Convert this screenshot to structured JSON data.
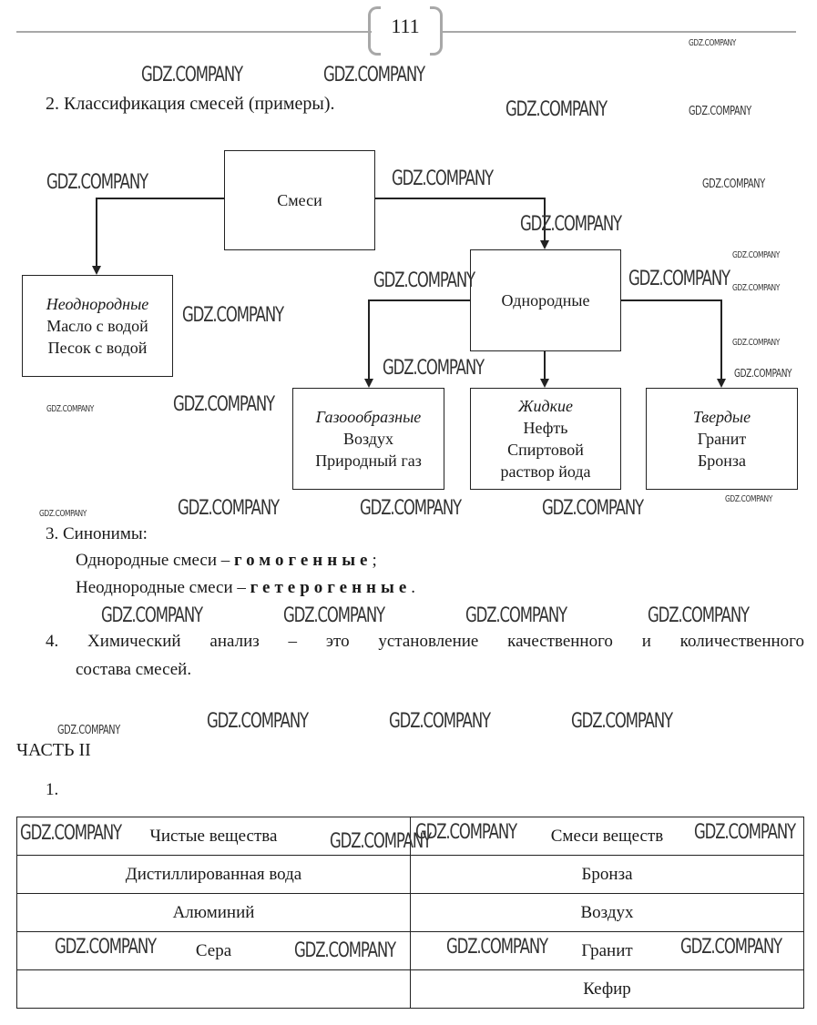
{
  "page_number": "111",
  "watermark": "GDZ.COMPANY",
  "section2": {
    "heading": "2. Классификация смесей (примеры).",
    "root": "Смеси",
    "heterogeneous": {
      "title": "Неоднородные",
      "examples": [
        "Масло с водой",
        "Песок с водой"
      ]
    },
    "homogeneous": "Однородные",
    "gaseous": {
      "title": "Газоообразные",
      "examples": [
        "Воздух",
        "Природный газ"
      ]
    },
    "liquid": {
      "title": "Жидкие",
      "examples": [
        "Нефть",
        "Спиртовой",
        "раствор йода"
      ]
    },
    "solid": {
      "title": "Твердые",
      "examples": [
        "Гранит",
        "Бронза"
      ]
    }
  },
  "section3": {
    "heading": "3. Синонимы:",
    "line1_prefix": "Однородные смеси –",
    "line1_term": "гомогенные",
    "line1_suffix": ";",
    "line2_prefix": "Неоднородные смеси –",
    "line2_term": "гетерогенные",
    "line2_suffix": "."
  },
  "section4": {
    "line1": "4. Химический анализ – это установление качественного и количественного",
    "line2": "состава смесей."
  },
  "part2": {
    "title": "ЧАСТЬ II",
    "item": "1."
  },
  "table": {
    "headers": [
      "Чистые вещества",
      "Смеси веществ"
    ],
    "rows": [
      [
        "Дистиллированная вода",
        "Бронза"
      ],
      [
        "Алюминий",
        "Воздух"
      ],
      [
        "Сера",
        "Гранит"
      ],
      [
        "",
        "Кефир"
      ]
    ]
  }
}
